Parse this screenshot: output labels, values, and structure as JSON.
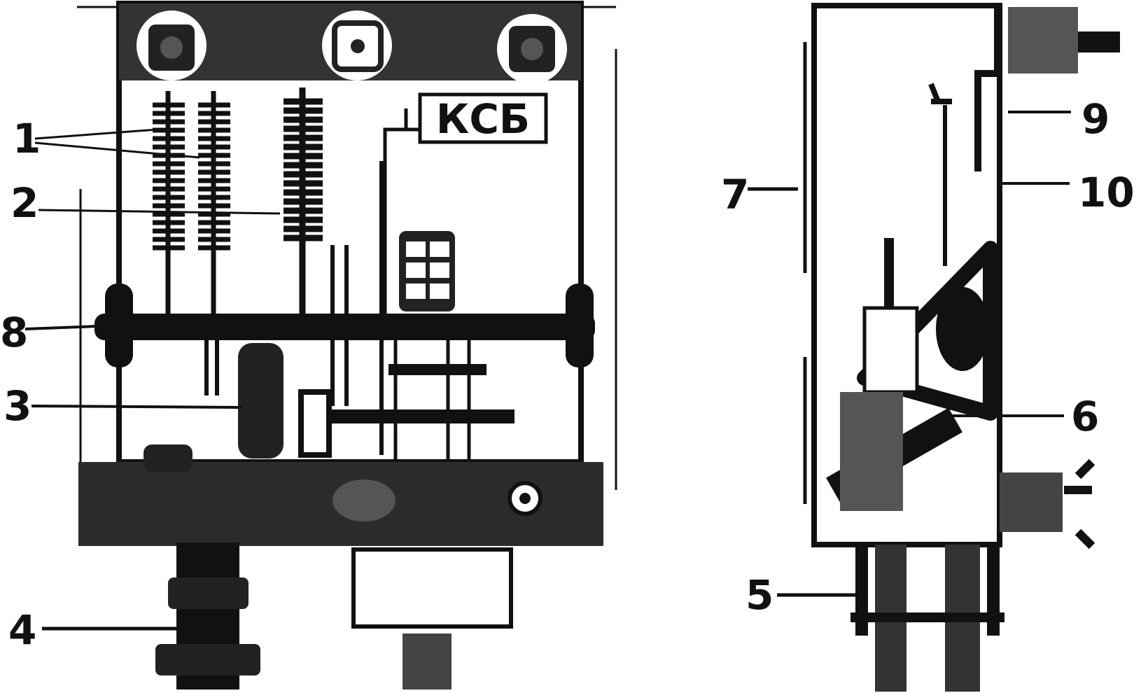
{
  "figure": {
    "device_label": "КСБ",
    "callouts": {
      "c1": "1",
      "c2": "2",
      "c3": "3",
      "c4": "4",
      "c5": "5",
      "c6": "6",
      "c7": "7",
      "c8": "8",
      "c9": "9",
      "c10": "10"
    }
  },
  "colors": {
    "ink": "#111111",
    "paper": "#ffffff",
    "shade": "#3a3a3a"
  }
}
